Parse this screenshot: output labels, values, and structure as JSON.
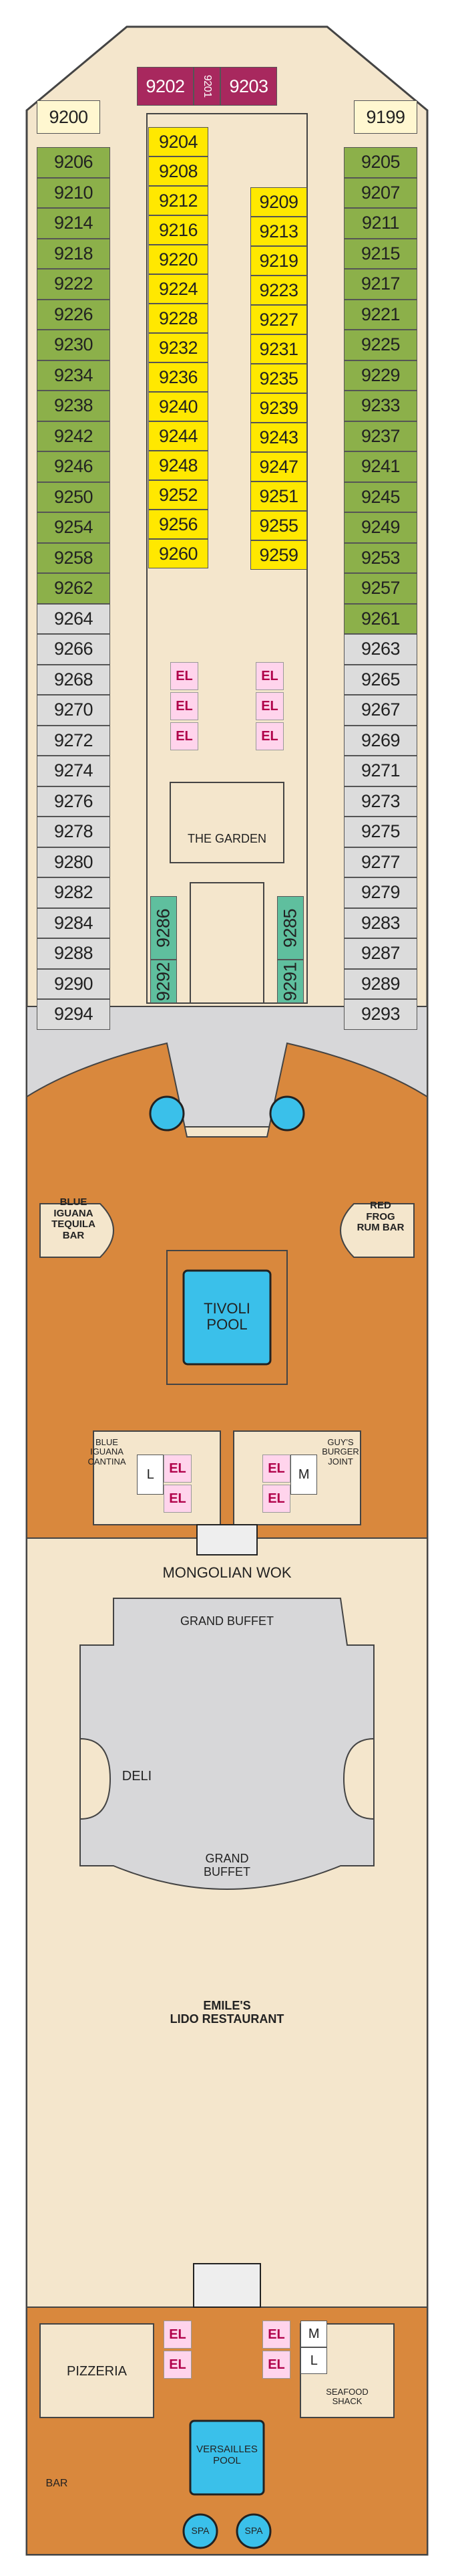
{
  "colors": {
    "green_cabin": "#8cb04a",
    "gray_cabin": "#dcdcdc",
    "yellow_cabin": "#ffe800",
    "teal_cabin": "#5fbf9e",
    "magenta_cabin": "#a8285e",
    "wood_deck": "#d9883d",
    "public_area": "#f4e6cc",
    "buffet": "#d7d7d9",
    "pool": "#3ac0ea",
    "elevator": "#ffd4ec"
  },
  "bow": {
    "forward": [
      "9202",
      "9201",
      "9203"
    ],
    "left_suite": "9200",
    "right_suite": "9199"
  },
  "left_outer": [
    "9206",
    "9210",
    "9214",
    "9218",
    "9222",
    "9226",
    "9230",
    "9234",
    "9238",
    "9242",
    "9246",
    "9250",
    "9254",
    "9258",
    "9262",
    "9264",
    "9266",
    "9268",
    "9270",
    "9272",
    "9274",
    "9276",
    "9278",
    "9280",
    "9282",
    "9284",
    "9288",
    "9290",
    "9294"
  ],
  "right_outer": [
    "9205",
    "9207",
    "9211",
    "9215",
    "9217",
    "9221",
    "9225",
    "9229",
    "9233",
    "9237",
    "9241",
    "9245",
    "9249",
    "9253",
    "9257",
    "9261",
    "9263",
    "9265",
    "9267",
    "9269",
    "9271",
    "9273",
    "9275",
    "9277",
    "9279",
    "9283",
    "9287",
    "9289",
    "9293"
  ],
  "left_inner": [
    "9204",
    "9208",
    "9212",
    "9216",
    "9220",
    "9224",
    "9228",
    "9232",
    "9236",
    "9240",
    "9244",
    "9248",
    "9252",
    "9256",
    "9260"
  ],
  "right_inner": [
    "9209",
    "9213",
    "9219",
    "9223",
    "9227",
    "9231",
    "9235",
    "9239",
    "9243",
    "9247",
    "9251",
    "9255",
    "9259"
  ],
  "teal_cabins": [
    "9286",
    "9292",
    "9285",
    "9291"
  ],
  "venues": {
    "garden": "THE GARDEN",
    "blue_iguana_bar": "BLUE\nIGUANA\nTEQUILA\nBAR",
    "red_frog": "RED\nFROG\nRUM BAR",
    "tivoli_pool": "TIVOLI\nPOOL",
    "blue_iguana_cantina": "BLUE\nIGUANA\nCANTINA",
    "guys_burger": "GUY'S\nBURGER\nJOINT",
    "mongolian_wok": "MONGOLIAN WOK",
    "grand_buffet_top": "GRAND BUFFET",
    "deli": "DELI",
    "grand_buffet_bottom": "GRAND\nBUFFET",
    "emiles": "EMILE'S\nLIDO RESTAURANT",
    "pizzeria": "PIZZERIA",
    "seafood_shack": "SEAFOOD\nSHACK",
    "bar": "BAR",
    "versailles_pool": "VERSAILLES\nPOOL",
    "spa": "SPA"
  },
  "facility_labels": {
    "elevator": "EL",
    "ladies": "L",
    "mens": "M"
  }
}
